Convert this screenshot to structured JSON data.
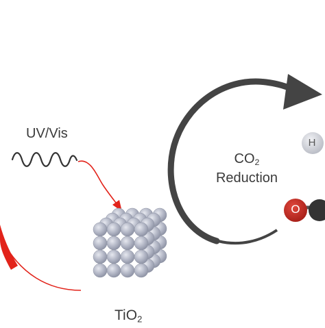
{
  "labels": {
    "light": "UV/Vis",
    "co2_main": "CO",
    "co2_sub": "2",
    "reduction": "Reduction",
    "catalyst_main": "TiO",
    "catalyst_sub": "2",
    "hydrogen": "H",
    "oxygen": "O"
  },
  "colors": {
    "red_arrow": "#e2231a",
    "cycle_arrow": "#444444",
    "sphere": "#a9adbd",
    "oxygen": "#c0281f",
    "hydrogen": "#d7d9de"
  }
}
